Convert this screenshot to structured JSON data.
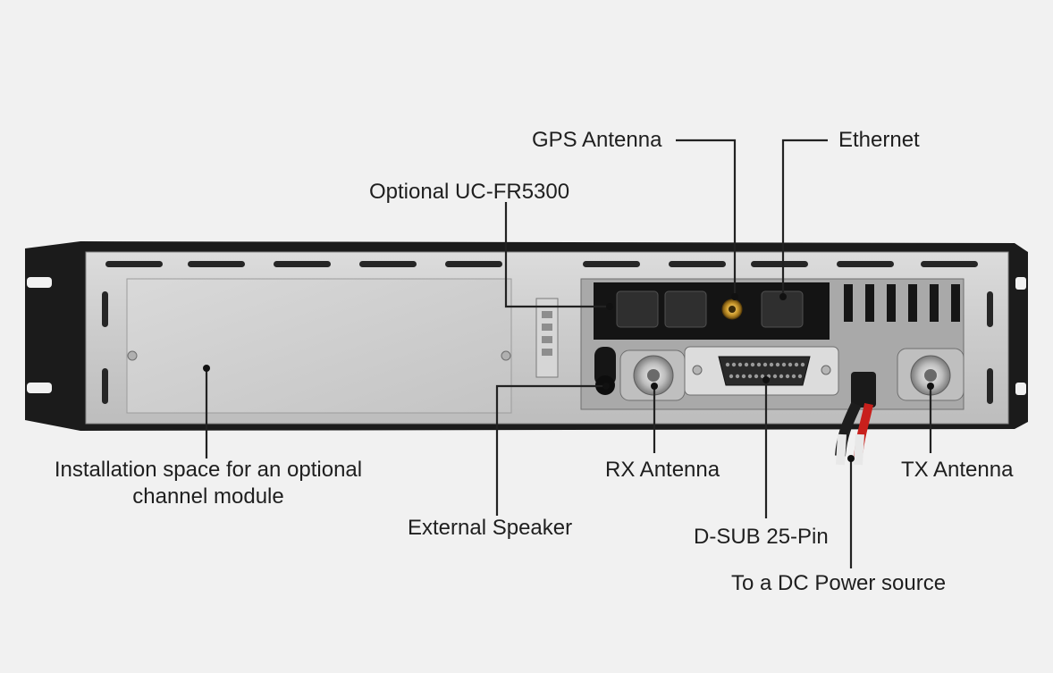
{
  "labels": {
    "gps_antenna": "GPS Antenna",
    "ethernet": "Ethernet",
    "optional_uc": "Optional UC-FR5300",
    "installation_line1": "Installation space for an optional",
    "installation_line2": "channel module",
    "rx_antenna": "RX Antenna",
    "tx_antenna": "TX Antenna",
    "external_speaker": "External Speaker",
    "dsub": "D-SUB 25-Pin",
    "dc_power": "To a DC Power source"
  },
  "colors": {
    "background": "#f1f1f1",
    "chassis": "#1b1b1b",
    "panel": "#cfcfcf",
    "leader_line": "#222222",
    "label_text": "#1f1f1f",
    "power_cable_red": "#c8201c"
  }
}
